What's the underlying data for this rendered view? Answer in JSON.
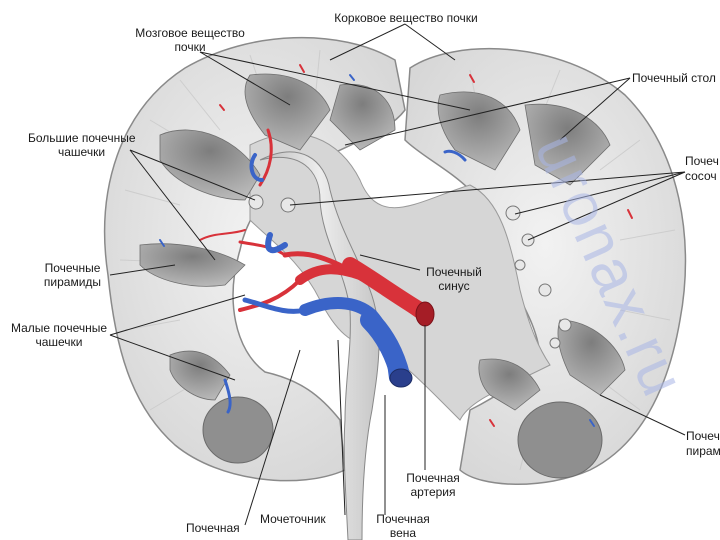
{
  "labels": {
    "cortex": "Корковое вещество почки",
    "medulla_line1": "Мозговое вещество",
    "medulla_line2": "почки",
    "renal_column": "Почечный стол",
    "major_calyces_line1": "Большие почечные",
    "major_calyces_line2": "чашечки",
    "papilla_line1": "Почеч",
    "papilla_line2": "сосоч",
    "pyramids_line1": "Почечные",
    "pyramids_line2": "пирамиды",
    "sinus_line1": "Почечный",
    "sinus_line2": "синус",
    "minor_calyces_line1": "Малые почечные",
    "minor_calyces_line2": "чашечки",
    "pyramid_right_line1": "Почеч",
    "pyramid_right_line2": "пирам",
    "artery_line1": "Почечная",
    "artery_line2": "артерия",
    "ureter": "Мочеточник",
    "pelvis": "Почечная",
    "vein_line1": "Почечная",
    "vein_line2": "вена"
  },
  "watermark": "uronax.ru",
  "colors": {
    "cortex": "#e4e4e4",
    "medulla": "#9a9a9a",
    "sinus": "#d9d9d9",
    "artery": "#d8323a",
    "vein": "#3a64c8",
    "leader": "#222222",
    "watermark": "#a9b6e6"
  }
}
